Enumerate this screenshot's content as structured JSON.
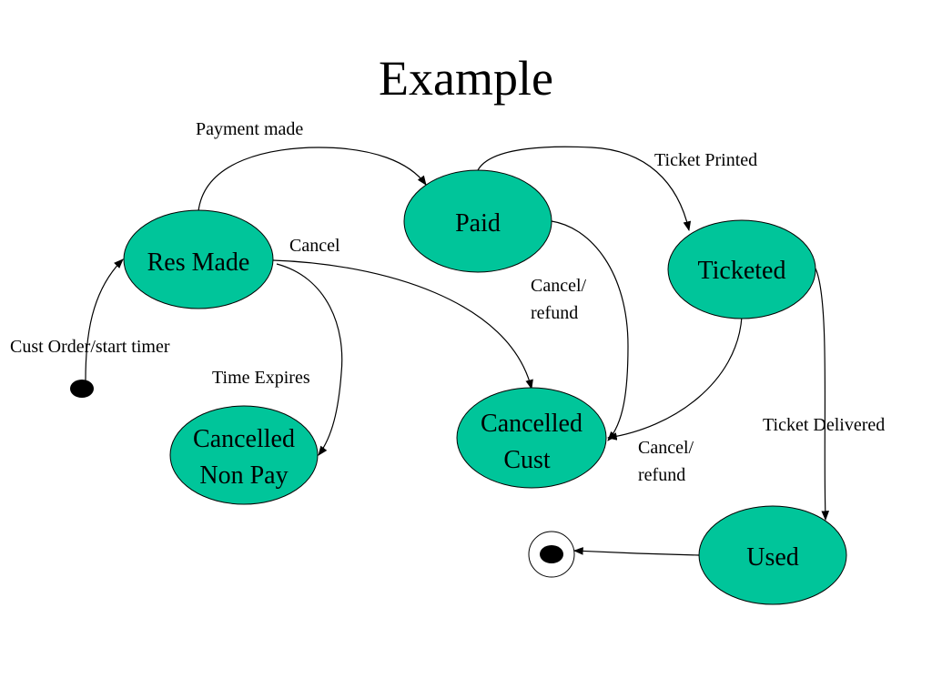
{
  "title": "Example",
  "colors": {
    "state_fill": "#00c59a",
    "stroke": "#000000",
    "background": "#ffffff"
  },
  "states": {
    "res_made": {
      "label": "Res Made"
    },
    "paid": {
      "label": "Paid"
    },
    "ticketed": {
      "label": "Ticketed"
    },
    "cancelled_cust": {
      "line1": "Cancelled",
      "line2": "Cust"
    },
    "cancelled_non_pay": {
      "line1": "Cancelled",
      "line2": "Non Pay"
    },
    "used": {
      "label": "Used"
    }
  },
  "transitions": {
    "cust_order": "Cust Order/start timer",
    "payment_made": "Payment made",
    "ticket_printed": "Ticket Printed",
    "cancel": "Cancel",
    "time_expires": "Time Expires",
    "paid_cancel_line1": "Cancel/",
    "paid_cancel_line2": "refund",
    "ticketed_cancel_line1": "Cancel/",
    "ticketed_cancel_line2": "refund",
    "ticket_delivered": "Ticket Delivered"
  }
}
